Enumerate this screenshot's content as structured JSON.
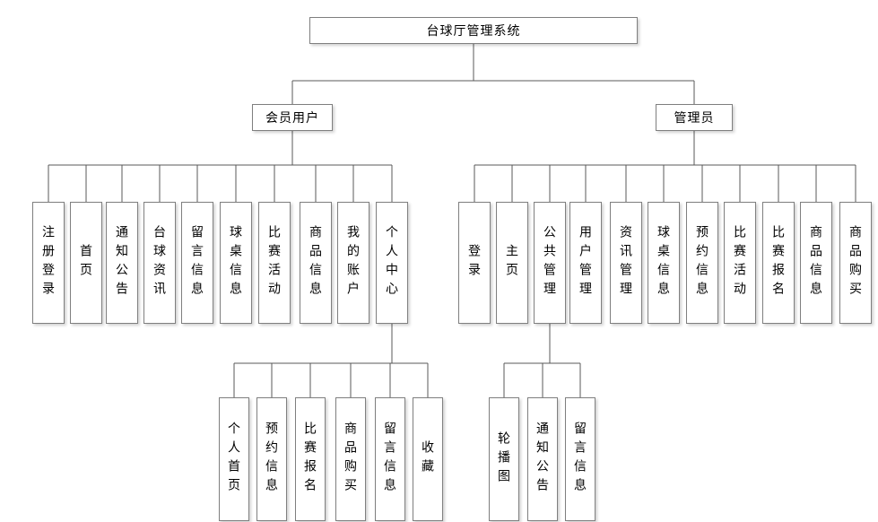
{
  "colors": {
    "box_border": "#7f7f7f",
    "connector_line": "#595959",
    "box_fill": "#ffffff",
    "text": "#000000"
  },
  "tree": {
    "id": "root",
    "label": "台球厅管理系统",
    "children": [
      {
        "id": "member-user",
        "label": "会员用户",
        "children": [
          {
            "id": "register-login",
            "label": "注册登录"
          },
          {
            "id": "home",
            "label": "首页"
          },
          {
            "id": "notice-announcement",
            "label": "通知公告"
          },
          {
            "id": "billiards-news",
            "label": "台球资讯"
          },
          {
            "id": "message-info",
            "label": "留言信息"
          },
          {
            "id": "table-info",
            "label": "球桌信息"
          },
          {
            "id": "match-activity",
            "label": "比赛活动"
          },
          {
            "id": "product-info",
            "label": "商品信息"
          },
          {
            "id": "my-account",
            "label": "我的账户"
          },
          {
            "id": "personal-center",
            "label": "个人中心",
            "children": [
              {
                "id": "personal-home",
                "label": "个人首页"
              },
              {
                "id": "reservation-info-m",
                "label": "预约信息"
              },
              {
                "id": "match-signup-m",
                "label": "比赛报名"
              },
              {
                "id": "product-purchase-m",
                "label": "商品购买"
              },
              {
                "id": "message-info-m",
                "label": "留言信息"
              },
              {
                "id": "favorites",
                "label": "收藏"
              }
            ]
          }
        ]
      },
      {
        "id": "administrator",
        "label": "管理员",
        "children": [
          {
            "id": "login",
            "label": "登录"
          },
          {
            "id": "main-page",
            "label": "主页"
          },
          {
            "id": "public-management",
            "label": "公共管理",
            "children": [
              {
                "id": "carousel",
                "label": "轮播图"
              },
              {
                "id": "notice-announcement-a",
                "label": "通知公告"
              },
              {
                "id": "message-info-a",
                "label": "留言信息"
              }
            ]
          },
          {
            "id": "user-management",
            "label": "用户管理"
          },
          {
            "id": "news-management",
            "label": "资讯管理"
          },
          {
            "id": "table-info-a",
            "label": "球桌信息"
          },
          {
            "id": "reservation-info-a",
            "label": "预约信息"
          },
          {
            "id": "match-activity-a",
            "label": "比赛活动"
          },
          {
            "id": "match-signup-a",
            "label": "比赛报名"
          },
          {
            "id": "product-info-a",
            "label": "商品信息"
          },
          {
            "id": "product-purchase-a",
            "label": "商品购买"
          }
        ]
      }
    ]
  }
}
